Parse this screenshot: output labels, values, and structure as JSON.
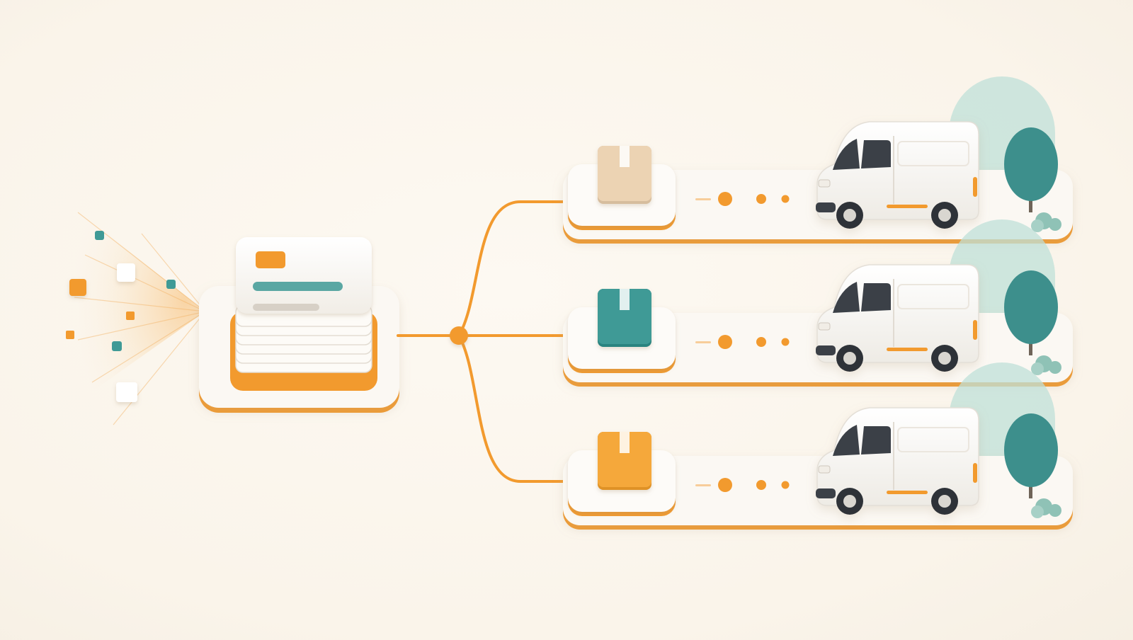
{
  "colors": {
    "background": "#fbf6ee",
    "accent_orange": "#f29a2e",
    "accent_teal": "#3f9a96",
    "tree_teal": "#3d8f8c",
    "tree_halo": "#bfe0d8",
    "platform": "#fbf8f3",
    "box_tan": "#ecd3b3",
    "box_teal": "#3f9a96",
    "box_orange": "#f5a83b",
    "van_body": "#fdfdfb"
  },
  "icons": {
    "source": "document-stack-icon",
    "hub": "junction-node-icon",
    "package": "package-icon",
    "vehicle": "delivery-van-icon",
    "tree": "tree-icon"
  },
  "routes": [
    {
      "name": "route-top",
      "package_color": "#ecd3b3"
    },
    {
      "name": "route-middle",
      "package_color": "#3f9a96"
    },
    {
      "name": "route-bottom",
      "package_color": "#f5a83b"
    }
  ]
}
